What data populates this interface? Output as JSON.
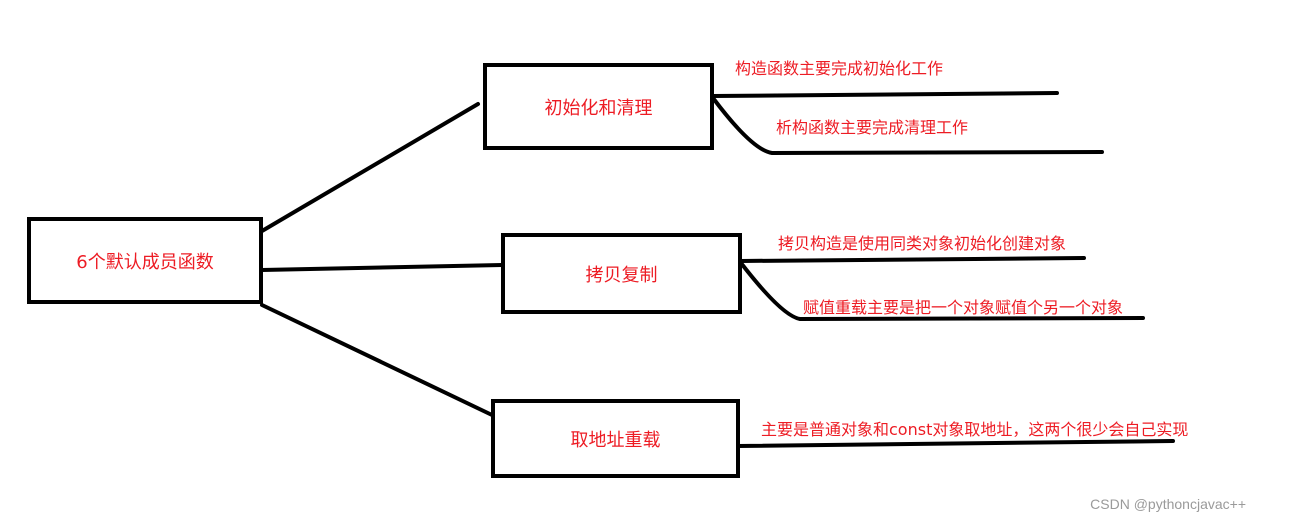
{
  "diagram": {
    "root": {
      "label": "6个默认成员函数"
    },
    "branches": [
      {
        "label": "初始化和清理",
        "notes": [
          "构造函数主要完成初始化工作",
          "析构函数主要完成清理工作"
        ]
      },
      {
        "label": "拷贝复制",
        "notes": [
          "拷贝构造是使用同类对象初始化创建对象",
          "赋值重载主要是把一个对象赋值个另一个对象"
        ]
      },
      {
        "label": "取地址重载",
        "notes": [
          "主要是普通对象和const对象取地址，这两个很少会自己实现"
        ]
      }
    ]
  },
  "watermark": "CSDN @pythoncjavac++",
  "colors": {
    "text": "#ed1c24",
    "stroke": "#000000",
    "watermark": "#9a9a9a"
  }
}
